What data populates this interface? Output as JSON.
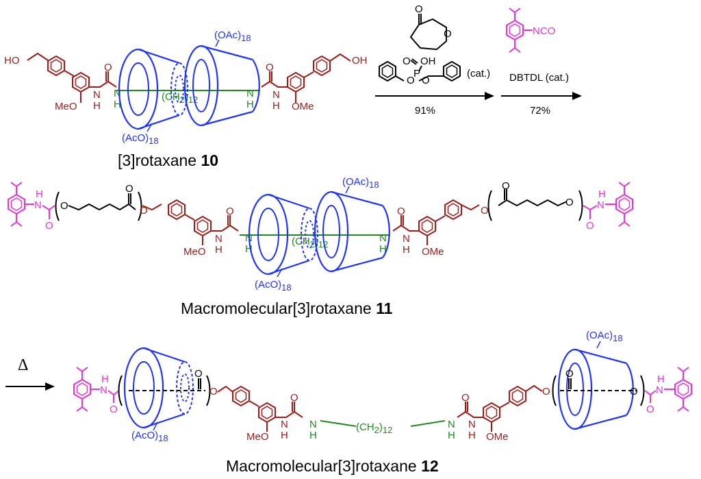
{
  "colors": {
    "core": "#9e1b16",
    "cyclodextrin": "#1f33ff",
    "axle": "#1e8a1e",
    "stopper": "#e632d7",
    "polymer": "#000000"
  },
  "labels": {
    "ho_left": "HO",
    "oh_right": "OH",
    "meo": "MeO",
    "ome": "OMe",
    "nh": "H",
    "n": "N",
    "o": "O",
    "oac18_prefix": "(OAc)",
    "aco18_prefix": "(AcO)",
    "sub18": "18",
    "ch2": "(CH",
    "ch2_sub": "2",
    "ch2_close": ")",
    "ch2_n": "12",
    "nco": "NCO",
    "oh": "OH",
    "p": "P"
  },
  "arrows": {
    "step1": {
      "catalyst": "(cat.)",
      "yield": "91%"
    },
    "step2": {
      "catalyst": "DBTDL (cat.)",
      "yield": "72%"
    },
    "step3": {
      "symbol": "Δ"
    }
  },
  "compounds": [
    {
      "prefix": "[3]rotaxane ",
      "number": "10"
    },
    {
      "prefix": "Macromolecular[3]rotaxane ",
      "number": "11"
    },
    {
      "prefix": "Macromolecular[3]rotaxane ",
      "number": "12"
    }
  ]
}
